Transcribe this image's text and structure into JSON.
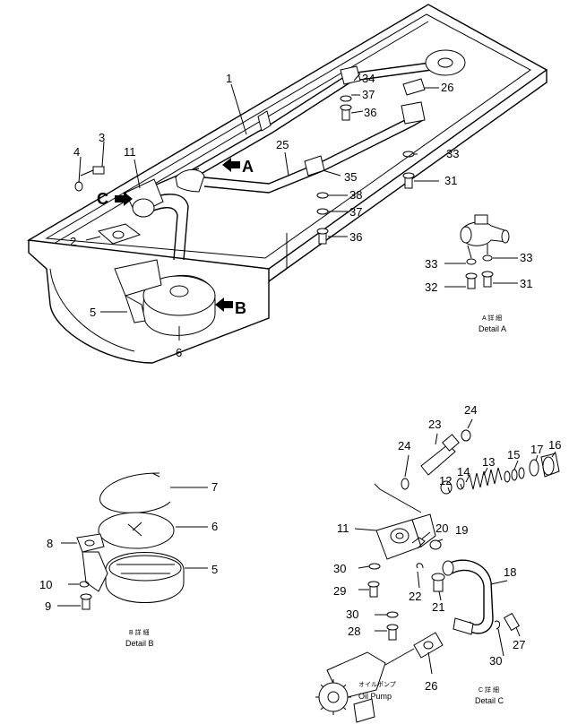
{
  "callouts": {
    "n1": "1",
    "n2": "2",
    "n3": "3",
    "n4": "4",
    "n5": "5",
    "n6": "6",
    "n7": "7",
    "n8": "8",
    "n9": "9",
    "n10": "10",
    "n11": "11",
    "n12": "12",
    "n13": "13",
    "n14": "14",
    "n15": "15",
    "n16": "16",
    "n17": "17",
    "n18": "18",
    "n19": "19",
    "n20": "20",
    "n21": "21",
    "n22": "22",
    "n23": "23",
    "n24": "24",
    "n25": "25",
    "n26": "26",
    "n27": "27",
    "n28": "28",
    "n29": "29",
    "n30": "30",
    "n31": "31",
    "n32": "32",
    "n33": "33",
    "n34": "34",
    "n35": "35",
    "n36": "36",
    "n37": "37",
    "n38": "38"
  },
  "view_markers": {
    "a": "A",
    "b": "B",
    "c": "C"
  },
  "captions": {
    "detail_a_jp": "A 詳 細",
    "detail_a": "Detail A",
    "detail_b_jp": "B 詳 細",
    "detail_b": "Detail B",
    "detail_c_jp": "C 詳 細",
    "detail_c": "Detail C",
    "oil_pump_jp": "オイルポンプ",
    "oil_pump": "Oil Pump"
  }
}
